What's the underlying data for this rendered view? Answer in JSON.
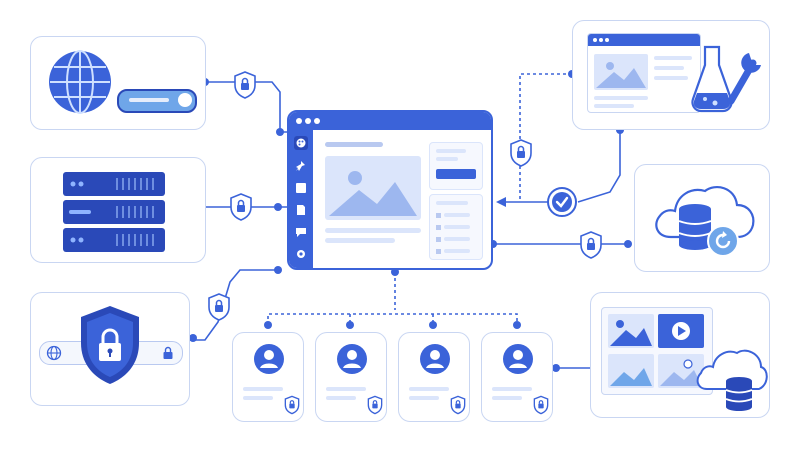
{
  "colors": {
    "primary": "#3b63d9",
    "primary_dark": "#2a49b8",
    "light": "#e6edfb",
    "mid": "#b9c9f0",
    "line": "#3b63d9",
    "card_border": "#c9d6f2"
  },
  "icons": {
    "left_top": "globe-icon",
    "left_mid": "server-rack-icon",
    "left_bottom": "security-shield-lock-icon",
    "right_top": "browser-lab-tools-icon",
    "right_mid": "cloud-database-restore-icon",
    "right_bottom": "media-gallery-cloud-database-icon",
    "center": "cms-dashboard-window-icon",
    "users": "user-avatar-icon",
    "check": "check-circle-icon",
    "lock": "lock-shield-icon"
  },
  "sidebar_icons": [
    "palette-icon",
    "pin-icon",
    "pages-icon",
    "document-icon",
    "comment-icon",
    "settings-icon"
  ],
  "user_cards": [
    {
      "id": "user-1"
    },
    {
      "id": "user-2"
    },
    {
      "id": "user-3"
    },
    {
      "id": "user-4"
    }
  ]
}
